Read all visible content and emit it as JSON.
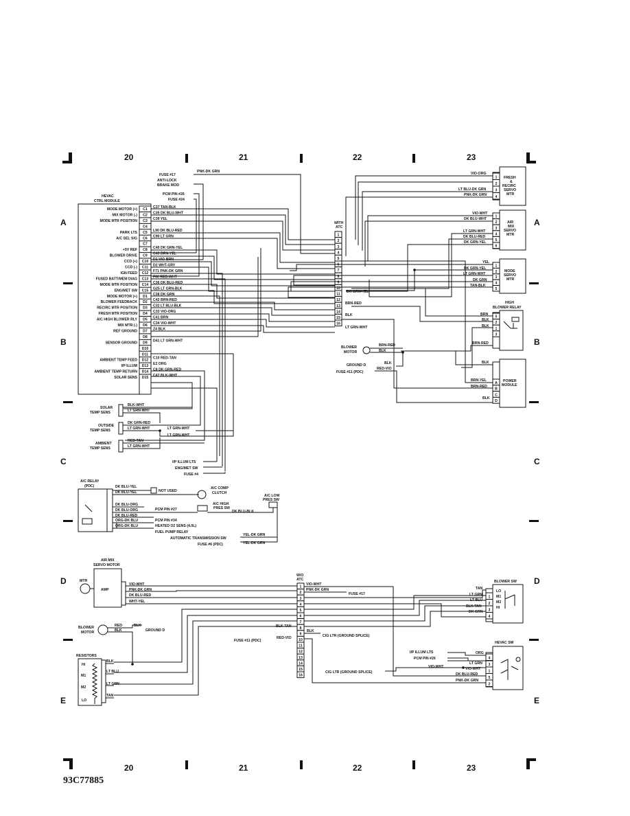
{
  "sheet": {
    "columns_top": [
      "20",
      "21",
      "22",
      "23"
    ],
    "columns_bottom": [
      "20",
      "21",
      "22",
      "23"
    ],
    "rows_left": [
      "A",
      "B",
      "C",
      "D",
      "E"
    ],
    "rows_right": [
      "A",
      "B",
      "C",
      "D",
      "E"
    ],
    "figure_code": "93C77885"
  },
  "hevac": {
    "title_1": "HEVAC",
    "title_2": "CTRL MODULE",
    "rows": [
      {
        "label": "MODE MOTOR (+)",
        "pin": "C1",
        "wire": "C37 TAN-BLK"
      },
      {
        "label": "MIX MOTOR (-)",
        "pin": "C2",
        "wire": "C35 DK BLU-WHT"
      },
      {
        "label": "MODE MTR POSITION",
        "pin": "C3",
        "wire": "C39 YEL"
      },
      {
        "label": "",
        "pin": "C4",
        "wire": ""
      },
      {
        "label": "PARK LTS",
        "pin": "C5",
        "wire": "L90 DK BLU-RED"
      },
      {
        "label": "A/C SEL SIG",
        "pin": "C6",
        "wire": "C90 LT GRN"
      },
      {
        "label": "",
        "pin": "C7",
        "wire": ""
      },
      {
        "label": "+5V REF",
        "pin": "C8",
        "wire": "C40 DK GRN-YEL"
      },
      {
        "label": "BLOWER DRIVE",
        "pin": "C9",
        "wire": "C43 BRN-YEL"
      },
      {
        "label": "CCD (+)",
        "pin": "C10",
        "wire": "D1 VIO-BRN"
      },
      {
        "label": "CCD (-)",
        "pin": "C11",
        "wire": "D2 WHT-GRY"
      },
      {
        "label": "IGN FEED",
        "pin": "C12",
        "wire": "F71 PNK-DK GRN"
      },
      {
        "label": "FUSED BATT/MEM DIAG",
        "pin": "C13",
        "wire": "F60 RED-WHT"
      },
      {
        "label": "MODE MTR POSITION",
        "pin": "C14",
        "wire": "C36 DK BLU-RED"
      },
      {
        "label": "ENG/MET SW",
        "pin": "C15",
        "wire": "G25 LT GRN-BLK"
      },
      {
        "label": "MODE MOTOR (+)",
        "pin": "D1",
        "wire": "C38 DK GRN"
      },
      {
        "label": "BLOWER FEEDBACK",
        "pin": "D2",
        "wire": "C42 BRN-RED"
      },
      {
        "label": "RECIRC MTR POSITION",
        "pin": "D3",
        "wire": "C32 LT BLU-BLK"
      },
      {
        "label": "FRESH MTR POSITION",
        "pin": "D4",
        "wire": "C33 VIO-ORG"
      },
      {
        "label": "A/C HIGH BLOWER RLY",
        "pin": "D5",
        "wire": "C41 BRN"
      },
      {
        "label": "MIX MTR (-)",
        "pin": "D6",
        "wire": "C34 VIO-WHT"
      },
      {
        "label": "REF GROUND",
        "pin": "D7",
        "wire": "Z4 BLK"
      },
      {
        "label": "",
        "pin": "D8",
        "wire": ""
      },
      {
        "label": "SENSOR GROUND",
        "pin": "D9",
        "wire": "D41 LT GRN-WHT"
      },
      {
        "label": "",
        "pin": "D10",
        "wire": ""
      },
      {
        "label": "",
        "pin": "D11",
        "wire": ""
      },
      {
        "label": "AMBIENT TEMP FEED",
        "pin": "D12",
        "wire": "C10 RED-TAN"
      },
      {
        "label": "I/P ILLUM",
        "pin": "D13",
        "wire": "E2 ORG"
      },
      {
        "label": "AMBIENT TEMP RETURN",
        "pin": "D14",
        "wire": "C8 DK GRN-RED"
      },
      {
        "label": "SOLAR SENS",
        "pin": "D15",
        "wire": "C47 BLK-WHT"
      }
    ]
  },
  "top_feeds": [
    {
      "label": "FUSE #17",
      "wire": "PNK-DK GRN"
    },
    {
      "label": "ANTI-LOCK",
      "wire": ""
    },
    {
      "label": "BRAKE MOD",
      "wire": ""
    },
    {
      "label": "PCM PIN #26",
      "wire": ""
    },
    {
      "label": "FUSE #24",
      "wire": ""
    }
  ],
  "atc": {
    "title_1": "WITH",
    "title_2": "ATC",
    "pins": [
      "1",
      "2",
      "3",
      "4",
      "5",
      "6",
      "7",
      "8",
      "9",
      "10",
      "11",
      "12",
      "13",
      "14",
      "15",
      "16"
    ],
    "wires_right": [
      {
        "pin": "10",
        "wire": "DK GRN-YEL"
      },
      {
        "pin": "12",
        "wire": "BRN-RED"
      },
      {
        "pin": "13",
        "wire": "BLK"
      },
      {
        "pin": "15",
        "wire": "LT GRN-WHT"
      }
    ]
  },
  "fresh_motor": {
    "title_1": "FRESH",
    "title_2": "&",
    "title_3": "RECIRC",
    "title_4": "SERVO",
    "title_5": "MTR",
    "pins": [
      "1",
      "2",
      "3",
      "4"
    ],
    "wires": [
      "VIO-ORG",
      "",
      "LT BLU-DK GRN",
      "PNK-DK GRN"
    ]
  },
  "air_mix_motor": {
    "title_1": "AIR",
    "title_2": "MIX",
    "title_3": "SERVO",
    "title_4": "MTR",
    "pins": [
      "1",
      "2",
      "3",
      "4",
      "5",
      "6"
    ],
    "wires": [
      "VIO-WHT",
      "DK BLU-WHT",
      "",
      "LT GRN-WHT",
      "DK BLU-RED",
      "DK GRN-YEL"
    ]
  },
  "mode_motor": {
    "title_1": "MODE",
    "title_2": "SERVO",
    "title_3": "MTR",
    "pins": [
      "1",
      "2",
      "3",
      "4",
      "5"
    ],
    "wires": [
      "YEL",
      "DK GRN-YEL",
      "LT GRN-WHT",
      "DK GRN",
      "TAN-BLK"
    ]
  },
  "high_blower_relay": {
    "title_1": "HIGH",
    "title_2": "BLOWER RELAY",
    "pins": [
      "5",
      "2",
      "1",
      "3"
    ],
    "wires": [
      "BRN",
      "BLK",
      "BLK",
      "BRN-RED"
    ]
  },
  "blower_motor_top": {
    "title_1": "BLOWER",
    "title_2": "MOTOR",
    "wire_1": "BRN-RED",
    "wire_2": "BLK",
    "ground": "GROUND D",
    "ground_wire": "BLK",
    "fuse": "FUSE #11 (PDC)",
    "fuse_wire": "RED-VIO"
  },
  "power_module": {
    "title_1": "POWER",
    "title_2": "MODULE",
    "pins": [
      "A",
      "B",
      "C",
      "D"
    ],
    "wires": [
      "BRN-YEL",
      "BRN-RED",
      "",
      "BLK"
    ],
    "top_wire": "BLK"
  },
  "sensors": [
    {
      "title_1": "SOLAR",
      "title_2": "TEMP SENS",
      "wire_1": "BLK-WHT",
      "wire_2": "LT GRN-WHT"
    },
    {
      "title_1": "OUTSIDE",
      "title_2": "TEMP SENS",
      "wire_1": "DK GRN-RED",
      "wire_2": "LT GRN-WHT"
    },
    {
      "title_1": "AMBIENT",
      "title_2": "TEMP SENS",
      "wire_1": "RED-TAN",
      "wire_2": "LT GRN-WHT"
    }
  ],
  "splice_labels": [
    "LT GRN-WHT",
    "LT GRN-WHT"
  ],
  "lower_feeds": [
    "I/P ILLUM LTS",
    "ENG/MET SW",
    "FUSE #4"
  ],
  "ac_relay": {
    "title_1": "A/C RELAY",
    "title_2": "(PDC)",
    "wires": [
      "DK BLU-YEL",
      "DK BLU-YEL",
      "DK BLU-ORG",
      "DK BLU-ORG",
      "DK BLU-RED",
      "ORG-DK BLU",
      "ORG-DK BLU"
    ],
    "not_used": "NOT USED",
    "clutch_1": "A/C COMP",
    "clutch_2": "CLUTCH",
    "high_1": "A/C HIGH",
    "high_2": "PRES SW",
    "low_1": "A/C LOW",
    "low_2": "PRES SW",
    "low_wire": "DK BLU-BLK",
    "pcm27": "PCM PIN #27",
    "pcm34": "PCM PIN #34",
    "heated": "HEATED O2 SENS (4.0L)",
    "fuel": "FUEL PUMP RELAY",
    "auto_trans": "AUTOMATIC TRANSMISSION SW",
    "auto_wire": "YEL-DK GRN",
    "fuse6": "FUSE #6 (PDC)",
    "fuse6_wire": "YEL-DK GRN"
  },
  "air_mix_lower": {
    "title_1": "AIR MIX",
    "title_2": "SERVO MOTOR",
    "mtr": "MTR",
    "amp": "AMP",
    "wires": [
      "VIO-WHT",
      "PNK-DK GRN",
      "DK BLU-RED",
      "WHT-YEL"
    ]
  },
  "wo_atc": {
    "title_1": "W/O",
    "title_2": "ATC",
    "pins": [
      "1",
      "2",
      "3",
      "4",
      "5",
      "6",
      "7",
      "8",
      "9",
      "10",
      "11",
      "12",
      "13",
      "14",
      "15",
      "16"
    ],
    "wire_1": "VIO-WHT",
    "wire_2": "PNK-DK GRN",
    "fuse17": "FUSE #17",
    "blk_tan": "BLK-TAN",
    "blk": "BLK",
    "cig": "CIG LTR (GROUND SPLICE)",
    "fuse11": "FUSE #11 (PDC)",
    "red_vio": "RED-VIO",
    "cig2": "CIG LTR (GROUND SPLICE)"
  },
  "blower_lower": {
    "title_1": "BLOWER",
    "title_2": "MOTOR",
    "red": "RED",
    "blk": "BLK",
    "ground_wire": "BLK",
    "ground": "GROUND D"
  },
  "resistors": {
    "title": "RESISTORS",
    "taps": [
      "HI",
      "M1",
      "M2",
      "LO"
    ],
    "wires": [
      "BLK",
      "LT BLU",
      "LT GRN",
      "TAN"
    ]
  },
  "blower_sw": {
    "title": "BLOWER SW",
    "pins": [
      "1",
      "2",
      "3",
      "4"
    ],
    "positions": [
      "LO",
      "M1",
      "M2",
      "HI"
    ],
    "wires": [
      "TAN",
      "LT GRN",
      "LT BLU",
      "BLK-TAN",
      "DK GRN"
    ]
  },
  "hevac_sw": {
    "title": "HEVAC SW",
    "pins": [
      "4",
      "3",
      "1",
      "5",
      "2"
    ],
    "feeds": [
      "I/P ILLUM LTS",
      "PCM PIN #26"
    ],
    "wires": [
      "ORG",
      "LT GRN",
      "VIO-WHT",
      "DK BLU-RED",
      "PNK-DK GRN"
    ],
    "vio_wire": "VIO-WHT"
  }
}
